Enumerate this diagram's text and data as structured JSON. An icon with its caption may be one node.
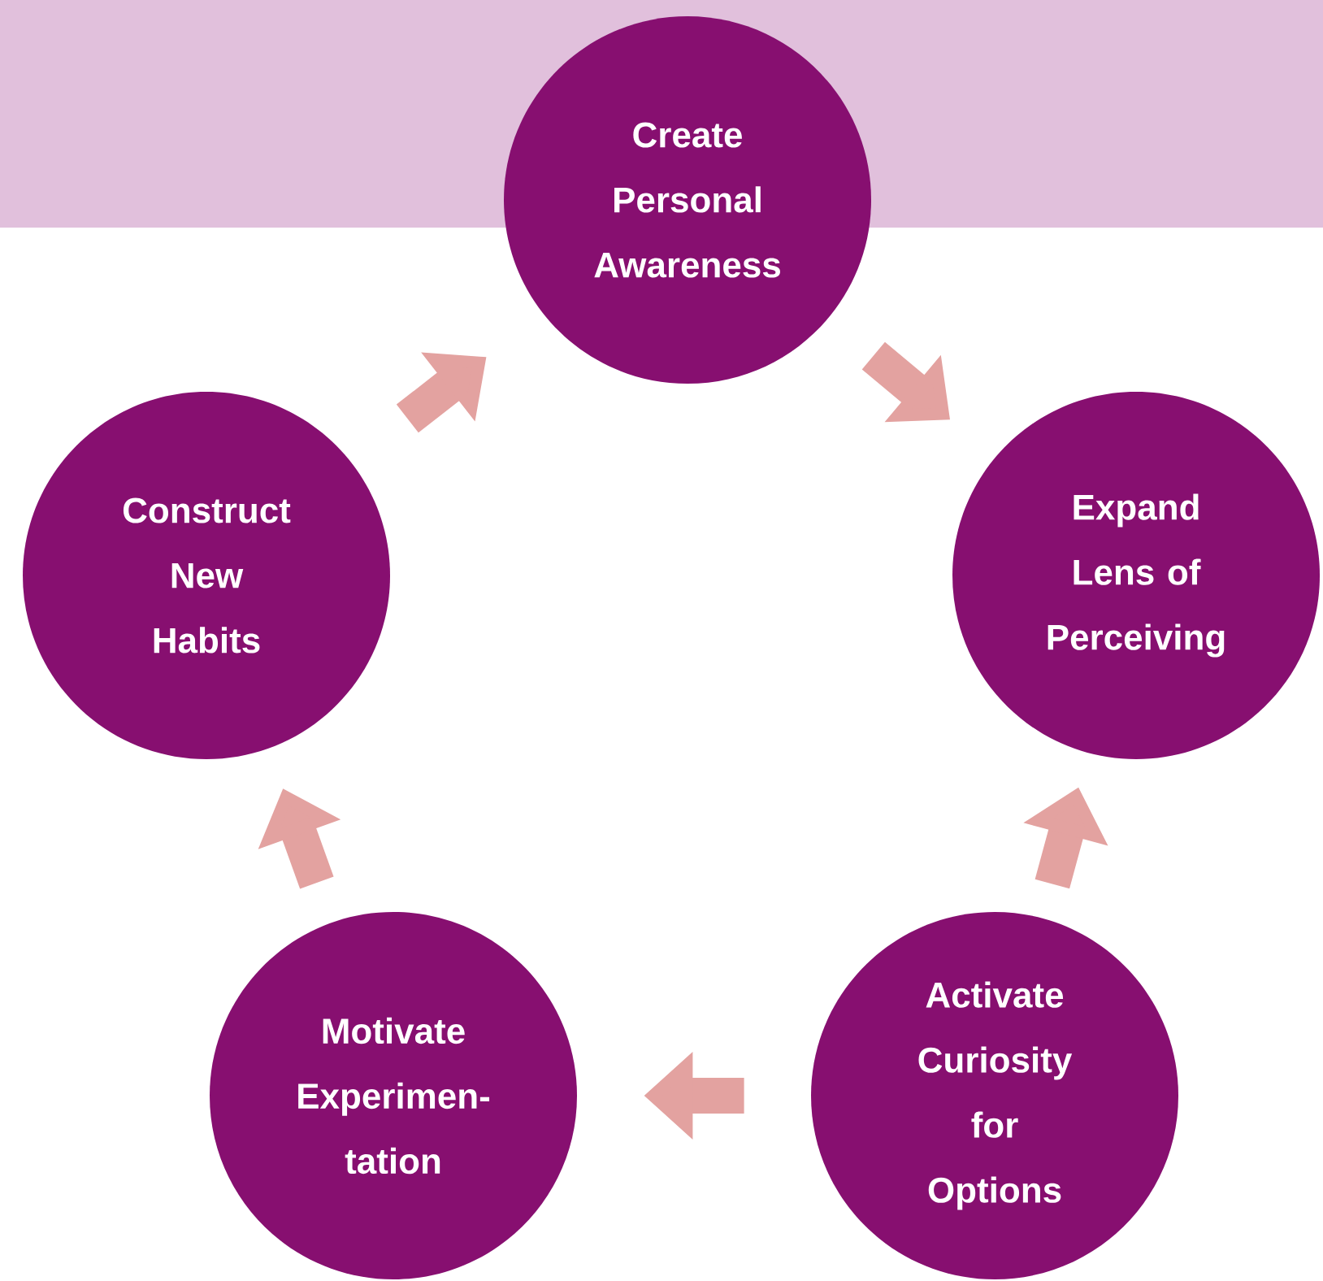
{
  "diagram": {
    "nodes": [
      {
        "text": [
          "Create Personal Awareness"
        ]
      },
      {
        "text": [
          "Expand Lens of Perceiving"
        ]
      },
      {
        "text": [
          "Activate Curiosity for Options"
        ]
      },
      {
        "text": [
          "Motivate Experimen- tation"
        ]
      },
      {
        "text": [
          "Construct New Habits"
        ]
      }
    ],
    "edges": [
      {
        "from": 0,
        "to": 1,
        "arrow": "to"
      },
      {
        "from": 2,
        "to": 1,
        "arrow": "to"
      },
      {
        "from": 2,
        "to": 3,
        "arrow": "to"
      },
      {
        "from": 3,
        "to": 4,
        "arrow": "to"
      },
      {
        "from": 4,
        "to": 0,
        "arrow": "to"
      }
    ]
  }
}
